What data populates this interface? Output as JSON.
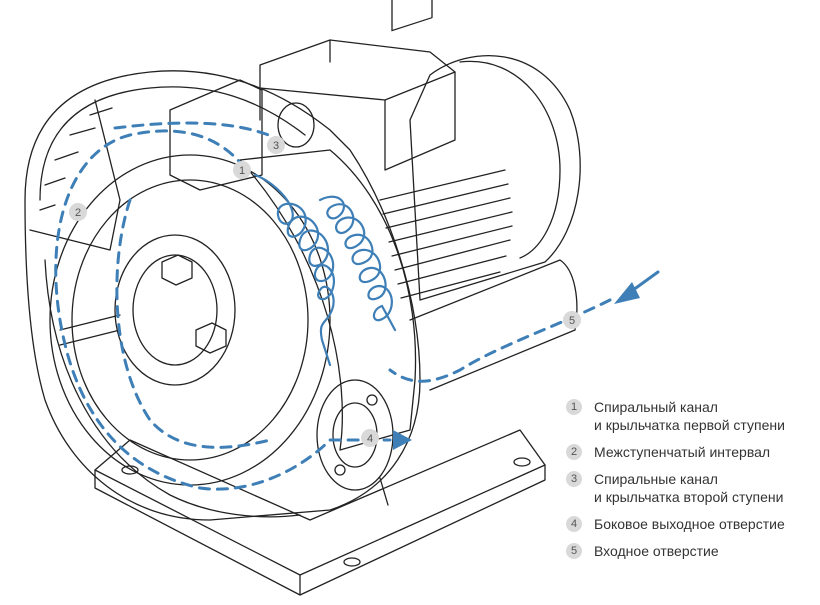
{
  "diagram": {
    "markers": [
      {
        "id": "1"
      },
      {
        "id": "2"
      },
      {
        "id": "3"
      },
      {
        "id": "4"
      },
      {
        "id": "5"
      }
    ],
    "flow_color": "#3d7fb6",
    "line_color": "#222222",
    "badge_color": "#d9d9d9"
  },
  "legend": {
    "items": [
      {
        "num": "1",
        "text": "Спиральный канал\nи крыльчатка первой ступени"
      },
      {
        "num": "2",
        "text": "Межступенчатый интервал"
      },
      {
        "num": "3",
        "text": "Спиральные канал\nи крыльчатка второй ступени"
      },
      {
        "num": "4",
        "text": "Боковое выходное отверстие"
      },
      {
        "num": "5",
        "text": "Входное отверстие"
      }
    ]
  }
}
